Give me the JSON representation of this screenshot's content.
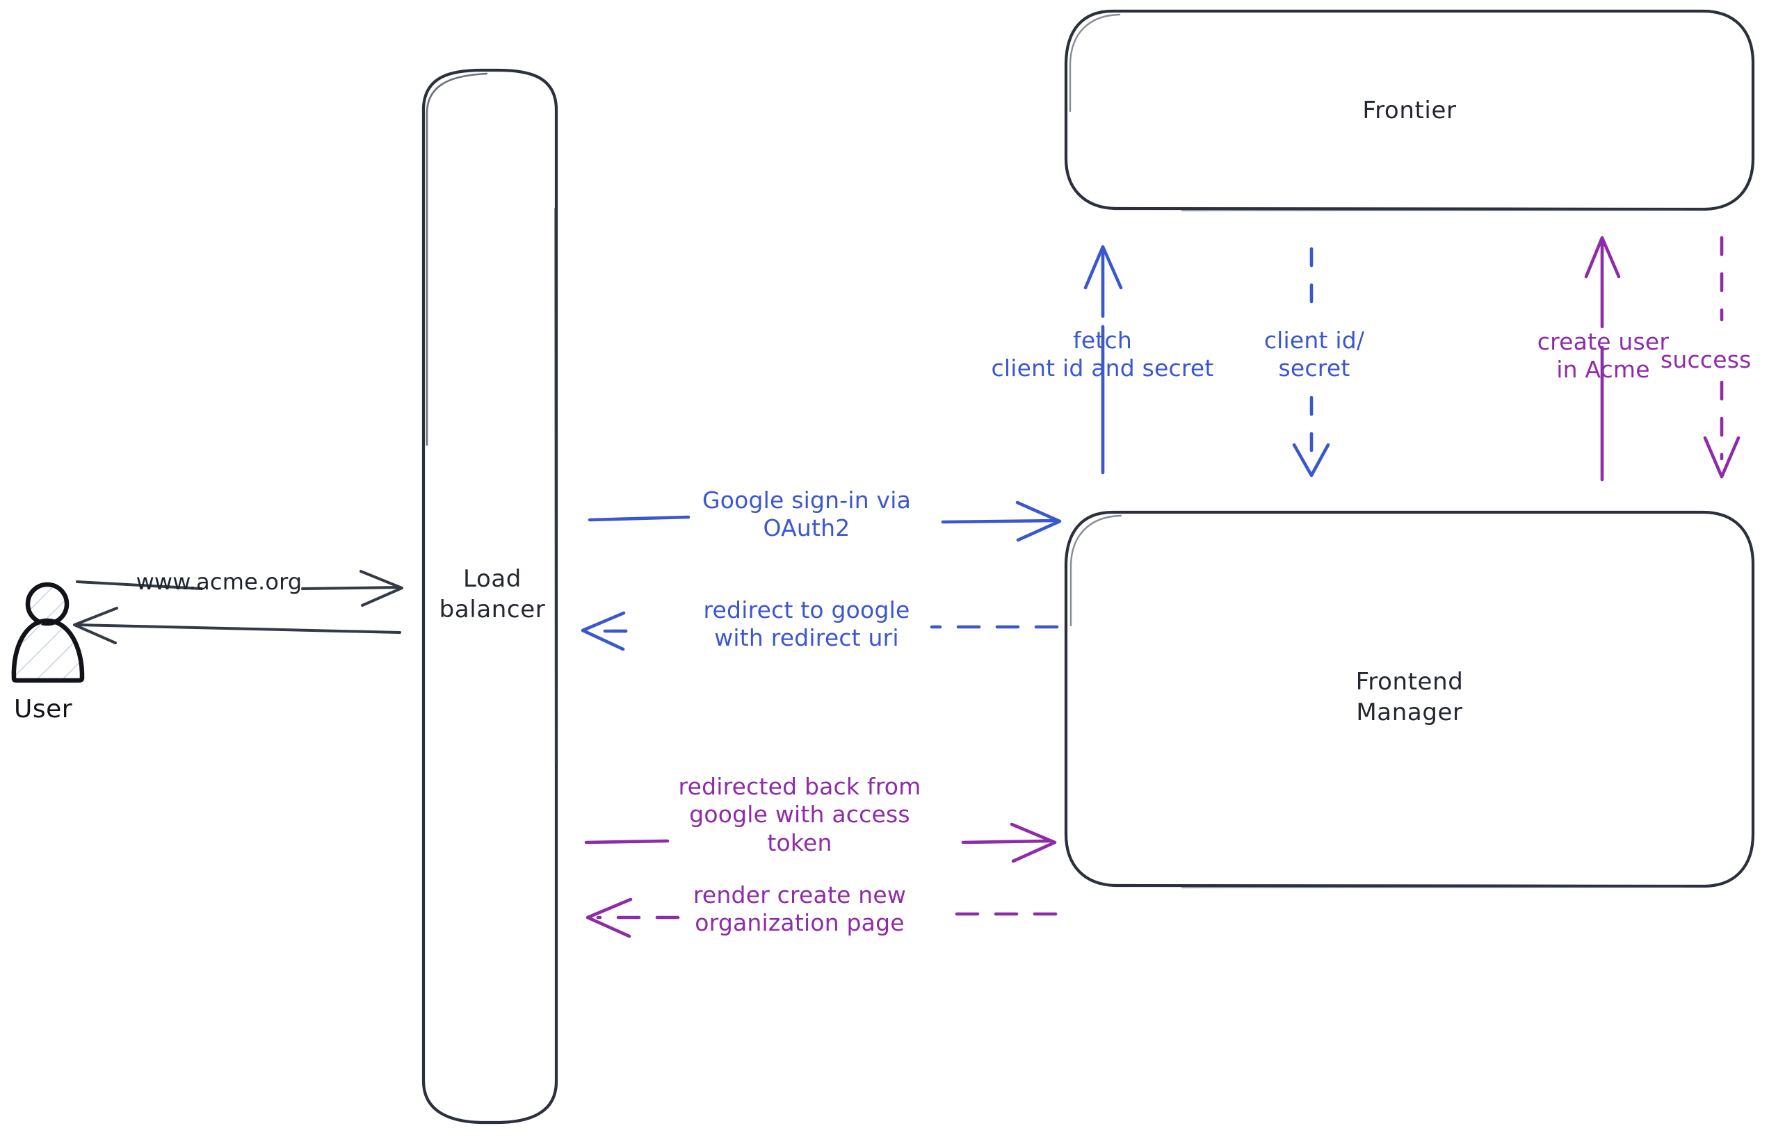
{
  "diagram": {
    "title": "Acme Google OAuth2 sign-in sequence",
    "background": "#ffffff",
    "colors": {
      "stroke_dark": "#242730",
      "actor_outline": "#111318",
      "actor_hatch": "#c9d3e0",
      "blue": "#3b57cf",
      "purple": "#8e2ba8"
    }
  },
  "actors": [
    {
      "id": "user",
      "name": "user-actor",
      "label": "User",
      "shape": "person-hatched"
    }
  ],
  "nodes": [
    {
      "id": "load-balancer",
      "name": "load-balancer-node",
      "label": "Load\nbalancer",
      "shape": "rounded-rect-tall"
    },
    {
      "id": "frontier",
      "name": "frontier-node",
      "label": "Frontier",
      "shape": "rounded-rect"
    },
    {
      "id": "frontend-manager",
      "name": "frontend-manager-node",
      "label": "Frontend\nManager",
      "shape": "rounded-rect"
    }
  ],
  "edges": [
    {
      "id": "user-to-lb",
      "name": "edge-user-to-load-balancer",
      "label": "www.acme.org",
      "from": "user",
      "to": "load-balancer",
      "direction": "right",
      "style": "solid",
      "color": "#242730"
    },
    {
      "id": "lb-to-user",
      "name": "edge-load-balancer-to-user",
      "label": "",
      "from": "load-balancer",
      "to": "user",
      "direction": "left",
      "style": "solid",
      "color": "#242730"
    },
    {
      "id": "lb-to-fm-signin",
      "name": "edge-google-signin-oauth2",
      "label": "Google sign-in via\nOAuth2",
      "from": "load-balancer",
      "to": "frontend-manager",
      "direction": "right",
      "style": "solid",
      "color": "#3b57cf"
    },
    {
      "id": "fm-to-lb-redirect",
      "name": "edge-redirect-to-google",
      "label": "redirect to google\nwith redirect uri",
      "from": "frontend-manager",
      "to": "load-balancer",
      "direction": "left",
      "style": "dashed",
      "color": "#3b57cf"
    },
    {
      "id": "lb-to-fm-token",
      "name": "edge-redirected-back-with-token",
      "label": "redirected back from\ngoogle with access\ntoken",
      "from": "load-balancer",
      "to": "frontend-manager",
      "direction": "right",
      "style": "solid",
      "color": "#8e2ba8"
    },
    {
      "id": "fm-to-lb-render",
      "name": "edge-render-create-new-organization-page",
      "label": "render create new\norganization page",
      "from": "frontend-manager",
      "to": "load-balancer",
      "direction": "left",
      "style": "dashed",
      "color": "#8e2ba8"
    },
    {
      "id": "fm-to-frontier-fetch",
      "name": "edge-fetch-client-id-and-secret",
      "label": "fetch\nclient id and secret",
      "from": "frontend-manager",
      "to": "frontier",
      "direction": "up",
      "style": "solid",
      "color": "#3b57cf"
    },
    {
      "id": "frontier-to-fm-creds",
      "name": "edge-client-id-secret",
      "label": "client id/\nsecret",
      "from": "frontier",
      "to": "frontend-manager",
      "direction": "down",
      "style": "dashed",
      "color": "#3b57cf"
    },
    {
      "id": "fm-to-frontier-create",
      "name": "edge-create-user-in-acme",
      "label": "create user\nin Acme",
      "from": "frontend-manager",
      "to": "frontier",
      "direction": "up",
      "style": "solid",
      "color": "#8e2ba8"
    },
    {
      "id": "frontier-to-fm-success",
      "name": "edge-success",
      "label": "success",
      "from": "frontier",
      "to": "frontend-manager",
      "direction": "down",
      "style": "dashed",
      "color": "#8e2ba8"
    }
  ]
}
